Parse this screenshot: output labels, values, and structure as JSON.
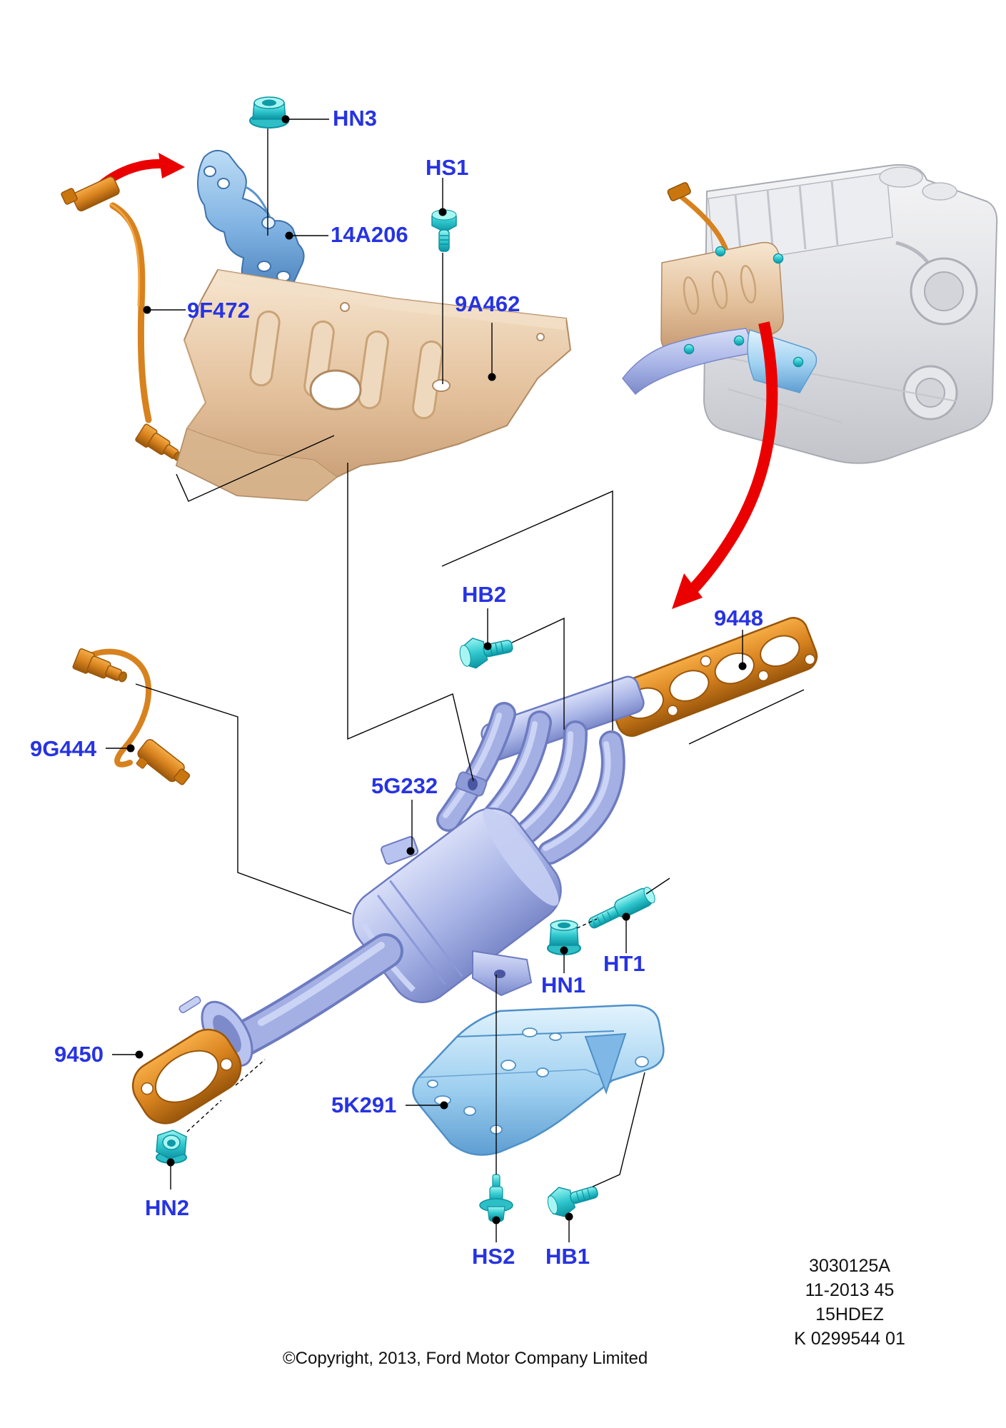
{
  "labels": {
    "HN3": "HN3",
    "14A206": "14A206",
    "HS1": "HS1",
    "9F472": "9F472",
    "9A462": "9A462",
    "HB2": "HB2",
    "9448": "9448",
    "9G444": "9G444",
    "5G232": "5G232",
    "HN1": "HN1",
    "HT1": "HT1",
    "9450": "9450",
    "5K291": "5K291",
    "HN2": "HN2",
    "HS2": "HS2",
    "HB1": "HB1"
  },
  "plate": {
    "line1": "3030125A",
    "line2": "11-2013 45",
    "line3": "15HDEZ",
    "line4": "K 0299544 01"
  },
  "footer": {
    "copyright": "©Copyright, 2013, Ford Motor Company Limited"
  },
  "colors": {
    "callout_text": "#2733E2",
    "leader_line": "#000000",
    "fastener_teal": "#2DBEC6",
    "sensor_gasket_orange": "#D7821E",
    "heat_shield_beige": "#E3C09B",
    "manifold_periwinkle": "#A8B4E6",
    "bracket_blue": "#85B5E3",
    "support_bracket_light_blue": "#9FD0F0",
    "arrow_red": "#EB0000",
    "engine_gray": "#DDDEE2"
  }
}
